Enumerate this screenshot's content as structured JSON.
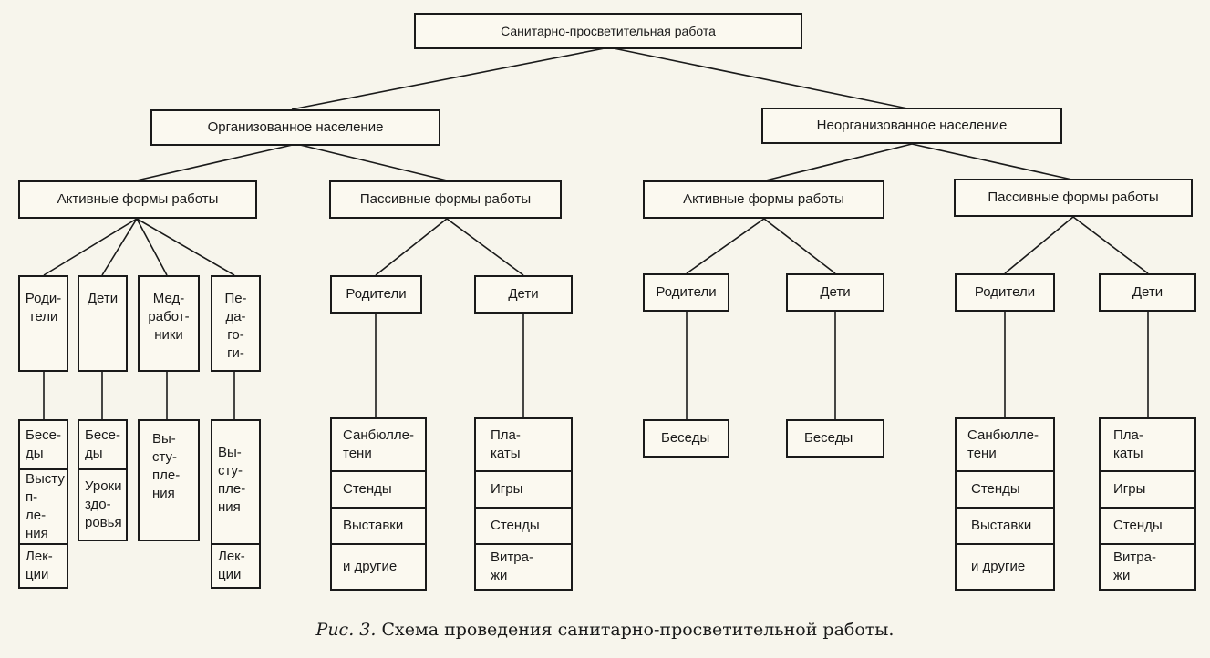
{
  "root": "Санитарно-просветительная работа",
  "groups": {
    "organized": "Организованное население",
    "unorganized": "Неорганизованное население"
  },
  "forms": {
    "org_active": "Активные формы работы",
    "org_passive": "Пассивные формы работы",
    "unorg_active": "Активные формы работы",
    "unorg_passive": "Пассивные формы работы"
  },
  "audiences": {
    "oa_parents": "Роди-\nтели",
    "oa_children": "Дети",
    "oa_medics": "Мед-\nработ-\nники",
    "oa_teachers": "Пе-\nда-\nго-\nги-",
    "op_parents": "Родители",
    "op_children": "Дети",
    "ua_parents": "Родители",
    "ua_children": "Дети",
    "up_parents": "Родители",
    "up_children": "Дети"
  },
  "methods": {
    "oa_parents": [
      "Бесе-\nды",
      "Высту\nп-\nле-\nния",
      "Лек-\nции"
    ],
    "oa_children": [
      "Бесе-\nды",
      "Уроки\nздо-\nровья"
    ],
    "oa_medics": [
      "Вы-\nсту-\nпле-\nния"
    ],
    "oa_teachers": [
      "Вы-\nсту-\nпле-\nния",
      "Лек-\nции"
    ],
    "op_parents": [
      "Санбюлле-\nтени",
      "Стенды",
      "Выставки",
      "и другие"
    ],
    "op_children": [
      "Пла-\nкаты",
      "Игры",
      "Стенды",
      "Витра-\nжи"
    ],
    "ua_parents": [
      "Беседы"
    ],
    "ua_children": [
      "Беседы"
    ],
    "up_parents": [
      "Санбюлле-\nтени",
      "Стенды",
      "Выставки",
      "и другие"
    ],
    "up_children": [
      "Пла-\nкаты",
      "Игры",
      "Стенды",
      "Витра-\nжи"
    ]
  },
  "caption": {
    "label": "Рис. 3.",
    "text": "Схема проведения санитарно-просветительной работы."
  }
}
